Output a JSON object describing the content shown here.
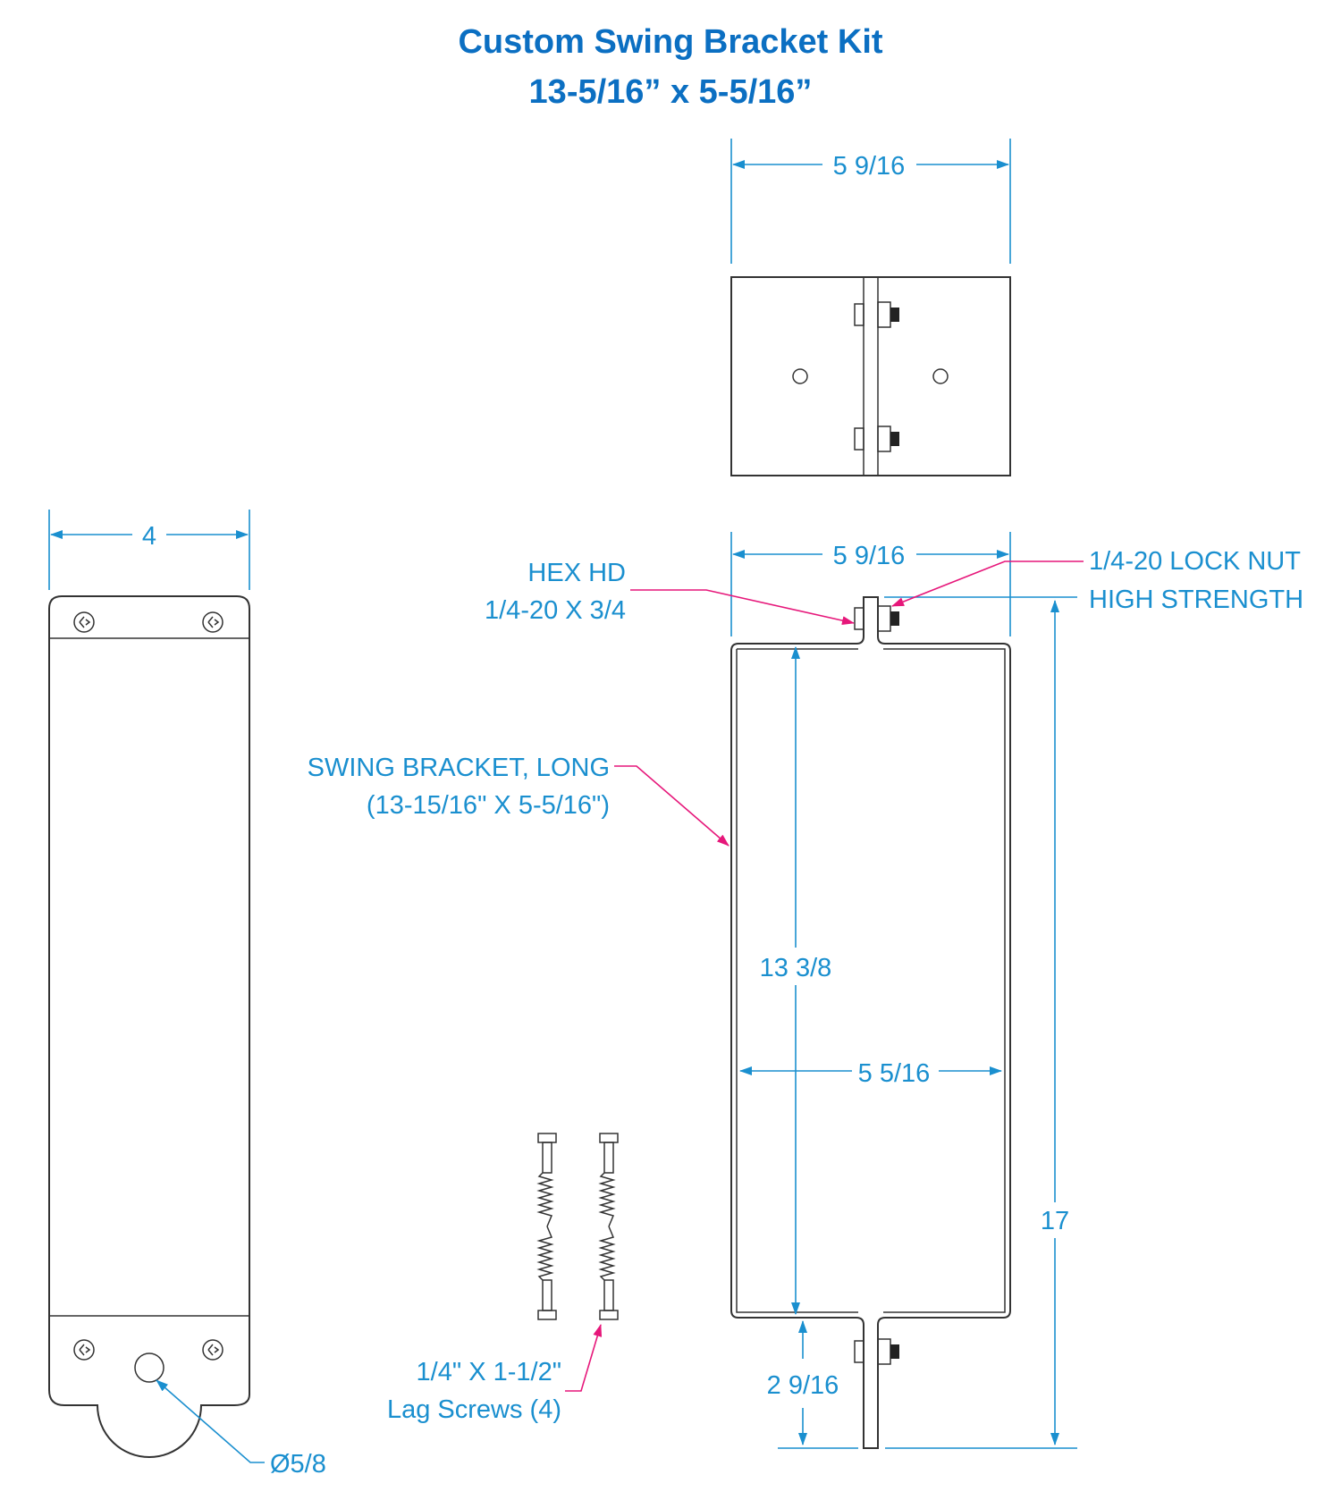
{
  "title": {
    "line1": "Custom Swing Bracket Kit",
    "line2": "13-5/16” x 5-5/16”"
  },
  "dimensions": {
    "top_width": "5 9/16",
    "front_width": "5 9/16",
    "side_width": "4",
    "inner_height": "13 3/8",
    "inner_width": "5 5/16",
    "overall_height": "17",
    "bottom_tab": "2 9/16",
    "hole_diameter": "Ø5/8"
  },
  "labels": {
    "hex_bolt_line1": "HEX HD",
    "hex_bolt_line2": "1/4-20 X 3/4",
    "lock_nut_line1": "1/4-20 LOCK NUT",
    "lock_nut_line2": "HIGH STRENGTH",
    "bracket_line1": "SWING BRACKET, LONG",
    "bracket_line2": "(13-15/16\" X 5-5/16\")",
    "lag_line1": "1/4\" X 1-1/2\"",
    "lag_line2": "Lag Screws (4)"
  },
  "colors": {
    "dimension": "#1a8fcf",
    "leader": "#e6177a",
    "title": "#0b6fc2",
    "outline": "#333333"
  }
}
